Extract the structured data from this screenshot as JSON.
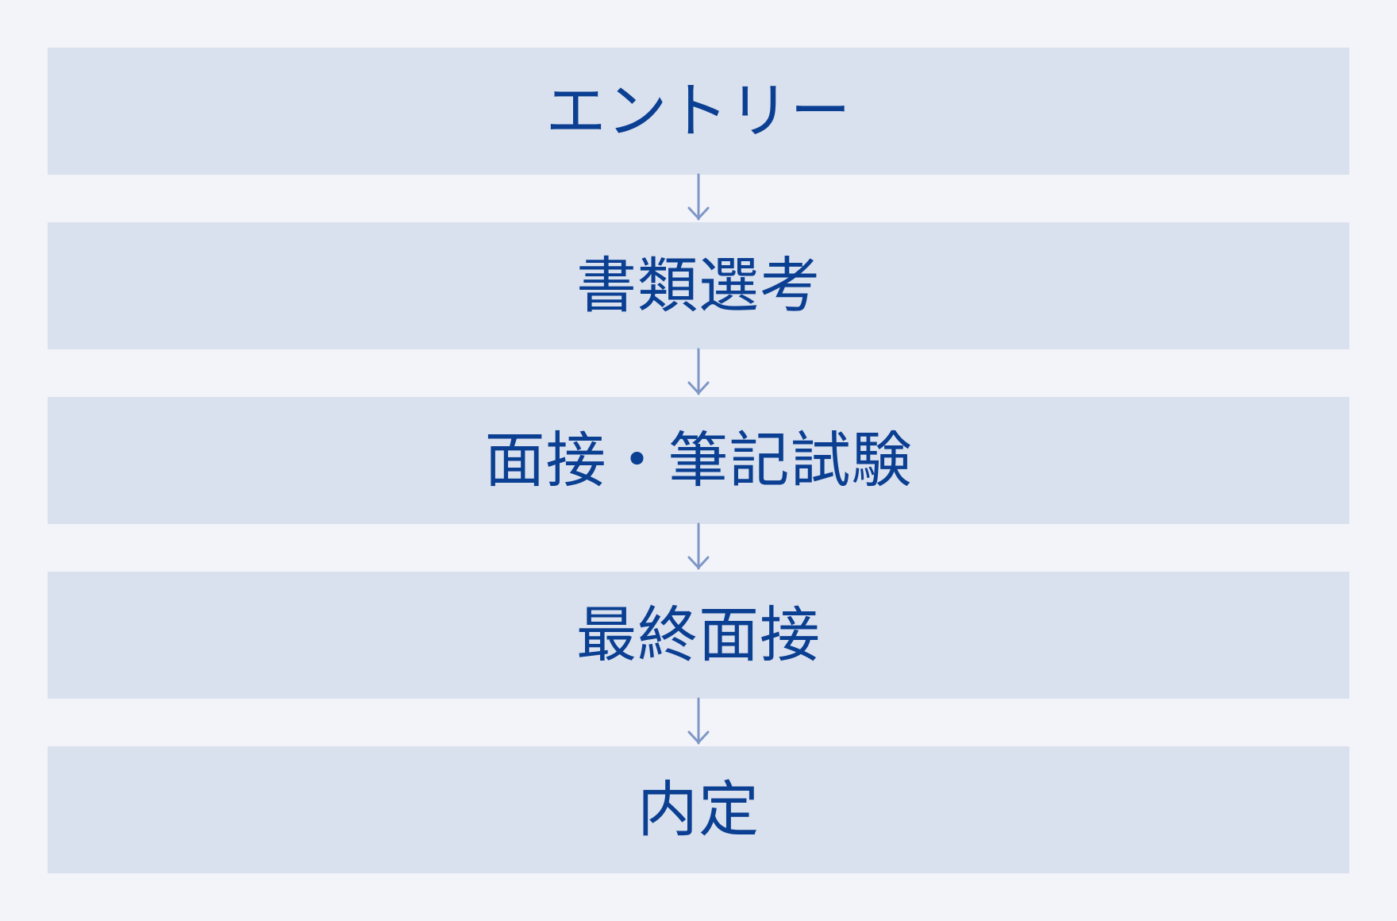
{
  "colors": {
    "background": "#f2f4f9",
    "box_fill": "#d9e0ee",
    "text": "#0b3f92",
    "arrow": "#7f97c6"
  },
  "flow": {
    "steps": [
      {
        "label": "エントリー"
      },
      {
        "label": "書類選考"
      },
      {
        "label": "面接・筆記試験"
      },
      {
        "label": "最終面接"
      },
      {
        "label": "内定"
      }
    ],
    "connector_icon": "arrow-down-icon"
  }
}
